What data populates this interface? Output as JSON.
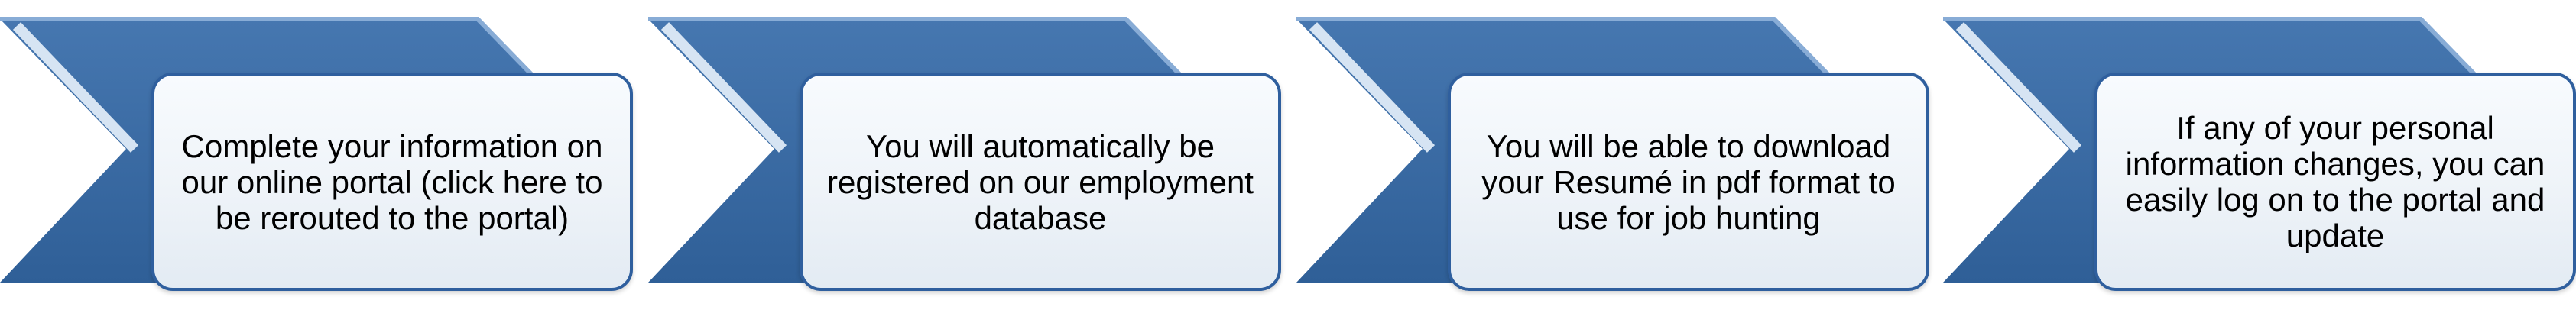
{
  "colors": {
    "chevron_fill": "#3a6aa0",
    "chevron_highlight": "#6f9bd0",
    "card_border": "#2f5f9e",
    "card_fill": "#eef3f8",
    "text": "#000000"
  },
  "steps": [
    {
      "text": "Complete your information on our online portal (click here to be rerouted to the portal)"
    },
    {
      "text": "You will automatically be registered on our employment database"
    },
    {
      "text": "You will be able to download your Resumé in pdf format to use for job hunting"
    },
    {
      "text": "If any of your personal information changes, you can easily log on to the portal and update"
    }
  ]
}
